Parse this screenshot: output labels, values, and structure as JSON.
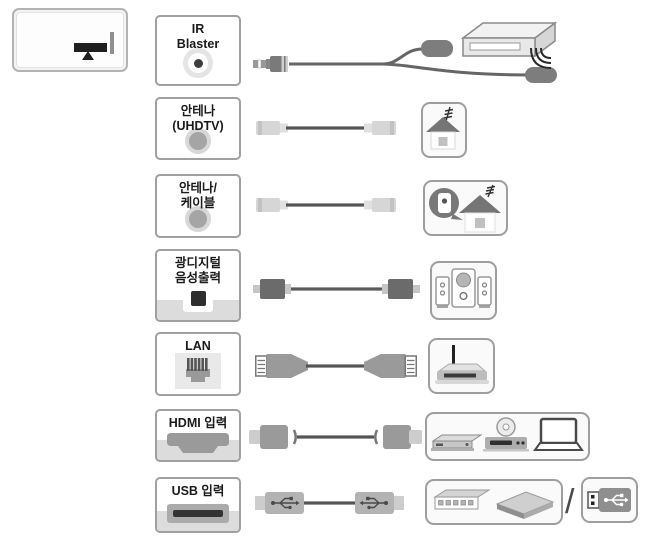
{
  "ports": [
    {
      "label_line1": "IR",
      "label_line2": "Blaster",
      "port_icon": "ir-blaster-jack-port",
      "cable_icon": "ir-blaster-cable",
      "target_icon": "settop-box-with-ir-emitters"
    },
    {
      "label_line1": "안테나",
      "label_line2": "(UHDTV)",
      "port_icon": "rf-antenna-port",
      "cable_icon": "coaxial-cable",
      "target_icon": "house-with-antenna"
    },
    {
      "label_line1": "안테나/",
      "label_line2": "케이블",
      "port_icon": "rf-antenna-port",
      "cable_icon": "coaxial-cable",
      "target_icon": "cable-broadcast-house"
    },
    {
      "label_line1": "광디지털",
      "label_line2": "음성출력",
      "port_icon": "optical-audio-port",
      "cable_icon": "optical-cable",
      "target_icon": "speaker-system"
    },
    {
      "label_line1": "LAN",
      "label_line2": "",
      "port_icon": "ethernet-port",
      "cable_icon": "ethernet-cable",
      "target_icon": "router"
    },
    {
      "label_line1": "HDMI 입력",
      "label_line2": "",
      "port_icon": "hdmi-port",
      "cable_icon": "hdmi-cable",
      "target_icon": "av-devices-settop-dvd-laptop"
    },
    {
      "label_line1": "USB 입력",
      "label_line2": "",
      "port_icon": "usb-port",
      "cable_icon": "usb-cable",
      "target_icon": "usb-hub-hdd-and-flash-drive"
    }
  ],
  "usb_separator": "/",
  "colors": {
    "card_border": "#a0a0a0",
    "icon_card_border": "#9e9e9e",
    "band_gray": "#dcdcdc",
    "cable_gray": "#555555",
    "connector_dark": "#6b6b6b",
    "connector_mid": "#9a9a9a",
    "connector_light": "#d6d6d6",
    "text": "#1a1a1a"
  }
}
